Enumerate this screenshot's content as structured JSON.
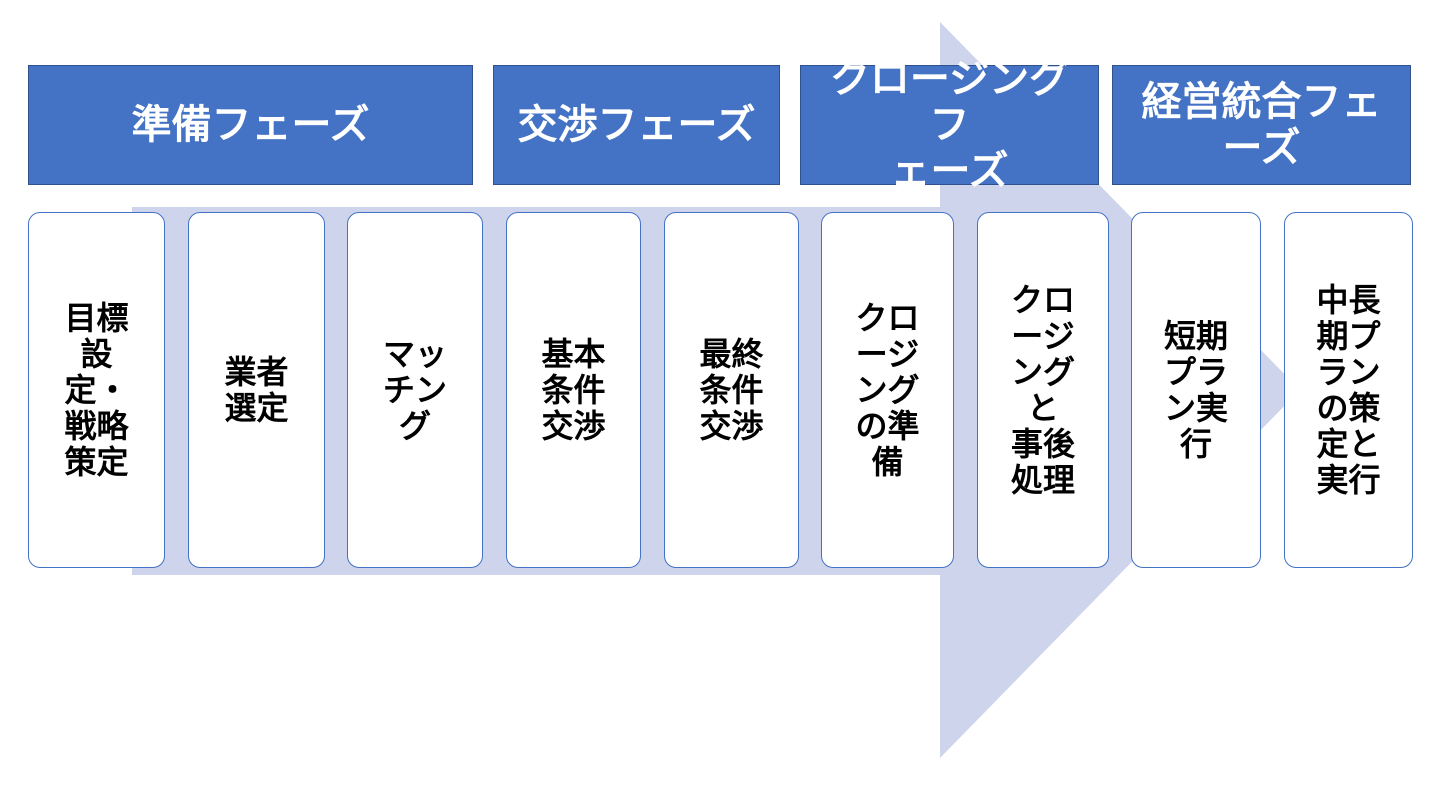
{
  "colors": {
    "header_fill": "#4472c4",
    "arrow_fill": "#cdd4ec",
    "box_border": "#4472c4",
    "text_dark": "#000000",
    "text_light": "#ffffff"
  },
  "phases": [
    {
      "label": "準備フェーズ"
    },
    {
      "label": "交渉フェーズ"
    },
    {
      "label": "クロージングフ\nェーズ"
    },
    {
      "label": "経営統合フェ\nーズ"
    }
  ],
  "steps": [
    {
      "label": "目標\n設\n定・\n戦略\n策定"
    },
    {
      "label": "業者\n選定"
    },
    {
      "label": "マッ\nチン\nグ"
    },
    {
      "label": "基本\n条件\n交渉"
    },
    {
      "label": "最終\n条件\n交渉"
    },
    {
      "label": "クロ\nージ\nング\nの準\n備"
    },
    {
      "label": "クロ\nージ\nング\nと\n事後\n処理"
    },
    {
      "label": "短期\nプラ\nン実\n行"
    },
    {
      "label": "中長\n期プ\nラン\nの策\n定と\n実行"
    }
  ]
}
